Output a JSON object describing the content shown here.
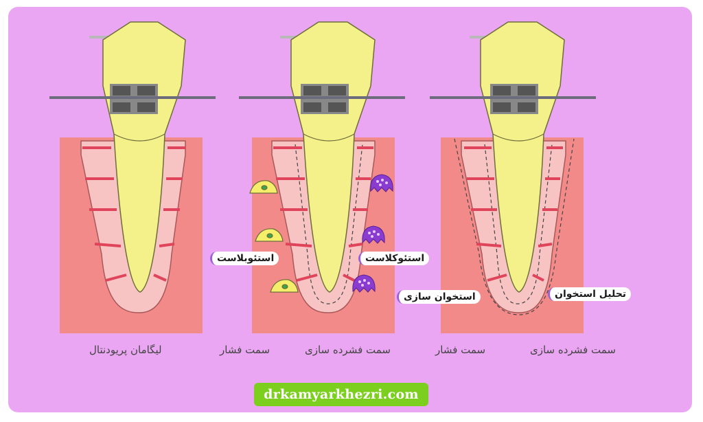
{
  "captions": {
    "left": "لیگامان پریودنتال",
    "middle_pressure": "سمت فشار",
    "middle_tension": "سمت فشرده سازی",
    "right_pressure": "سمت فشار",
    "right_tension": "سمت فشرده سازی"
  },
  "callouts": {
    "osteoblast": "استئوبلاست",
    "osteoclast": "استئوکلاست",
    "bone_formation": "استخوان سازی",
    "bone_resorption": "تحلیل استخوان"
  },
  "watermark": "drkamyarkhezri.com",
  "colors": {
    "background": "#eaa6f2",
    "gum": "#f38a8a",
    "ligament": "#f7c3c3",
    "tooth": "#f4f08a",
    "fiber": "#e0445a",
    "bracket": "#666666",
    "wire": "#6c6c7c",
    "osteoblast": "#f4ee6a",
    "osteoclast": "#8a3bd0",
    "watermark_bg": "#7ccf1f"
  }
}
